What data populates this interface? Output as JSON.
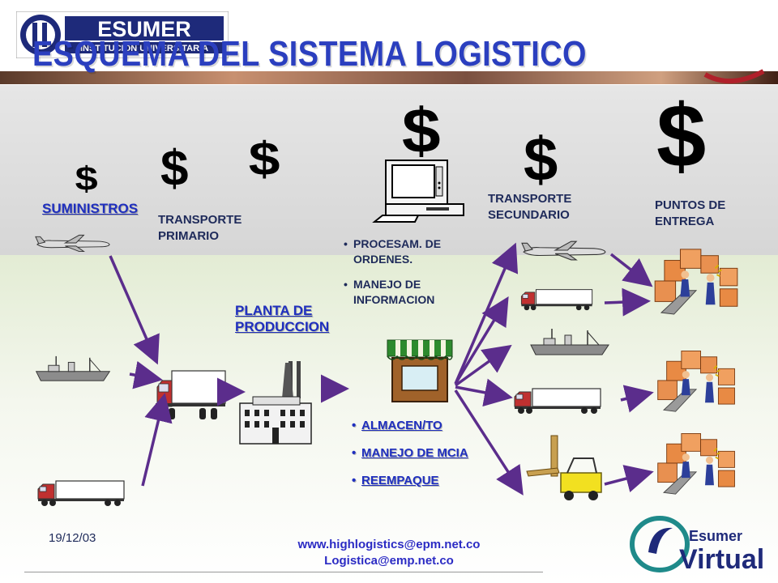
{
  "title": "ESQUEMA DEL SISTEMA LOGISTICO",
  "logo": {
    "name": "ESUMER",
    "subtitle": "INSTITUCION UNIVERSITARIA"
  },
  "labels": {
    "suministros": "SUMINISTROS",
    "transporte_primario": [
      "TRANSPORTE",
      "PRIMARIO"
    ],
    "planta": [
      "PLANTA DE",
      "PRODUCCION"
    ],
    "transporte_secundario": [
      "TRANSPORTE",
      "SECUNDARIO"
    ],
    "puntos_entrega": [
      "PUNTOS DE",
      "ENTREGA"
    ]
  },
  "procesamiento_items": [
    [
      "PROCESAM. DE",
      "ORDENES."
    ],
    [
      "MANEJO DE",
      "INFORMACION"
    ]
  ],
  "almacen_items": [
    "ALMACEN/TO",
    "MANEJO DE MCIA",
    "REEMPAQUE"
  ],
  "cost_symbol": "$",
  "footer": {
    "date": "19/12/03",
    "link1": "www.highlogistics@epm.net.co",
    "link2": "Logistica@emp.net.co",
    "brand_top": "Esumer",
    "brand_bottom": "Virtual"
  },
  "colors": {
    "title": "#2b3fbf",
    "arrow": "#5b2d8c",
    "label_blue": "#1f2fbf"
  }
}
